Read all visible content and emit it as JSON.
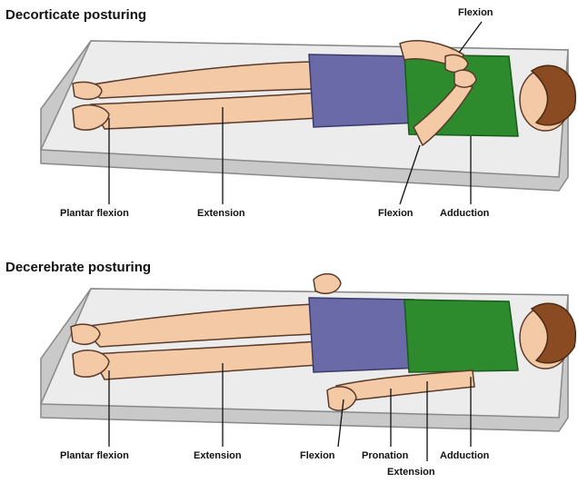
{
  "panels": [
    {
      "title": "Decorticate posturing",
      "labels": {
        "flexion_top": "Flexion",
        "plantar_flexion": "Plantar flexion",
        "extension": "Extension",
        "flexion": "Flexion",
        "adduction": "Adduction"
      }
    },
    {
      "title": "Decerebrate posturing",
      "labels": {
        "plantar_flexion": "Plantar flexion",
        "extension": "Extension",
        "flexion": "Flexion",
        "pronation": "Pronation",
        "adduction": "Adduction",
        "extension_arm": "Extension"
      }
    }
  ],
  "colors": {
    "mattress": "#ececec",
    "mattress_side": "#c9c9c9",
    "skin": "#f4caa6",
    "skin_shade": "#e3ad86",
    "shorts": "#6a6aa8",
    "shirt": "#2d8a2d",
    "hair": "#8a4a22"
  }
}
